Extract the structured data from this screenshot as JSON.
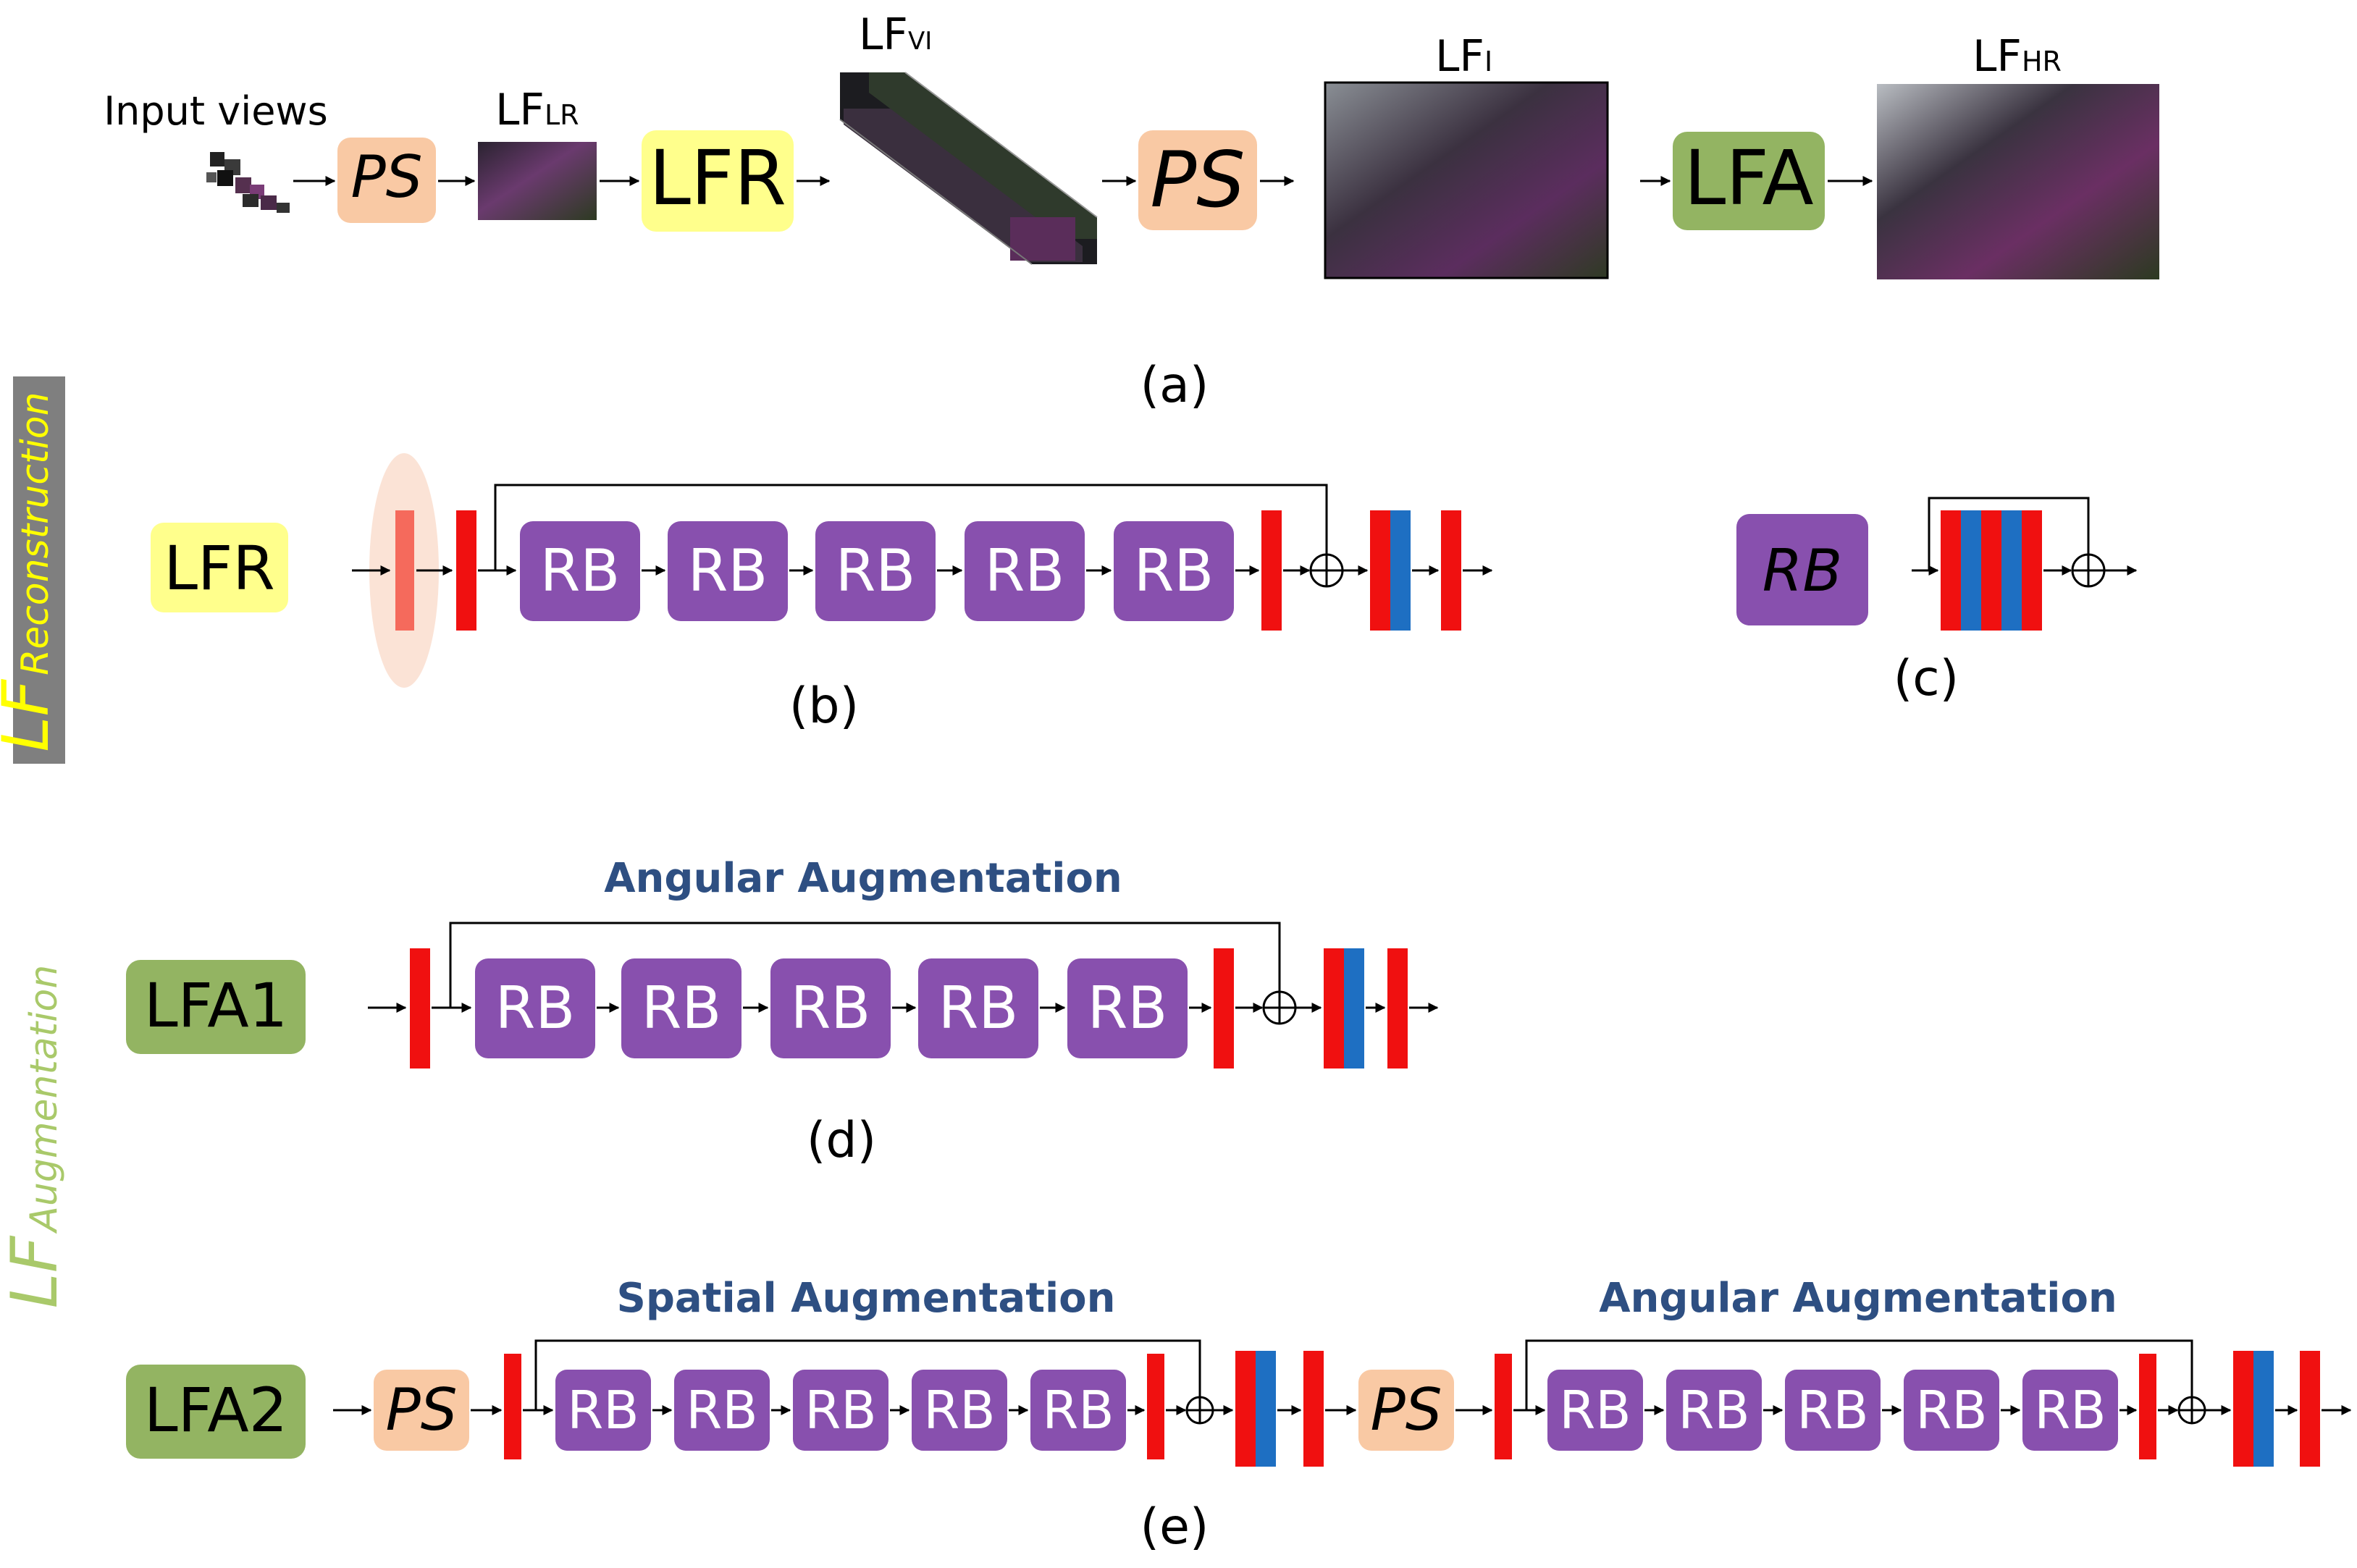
{
  "colors": {
    "ps_box": "#F9C9A4",
    "lfr_box": "#FFFF8C",
    "lfa_box": "#93B462",
    "rb_box": "#8850AE",
    "conv_red": "#F01010",
    "conv_blue": "#1E6FC2",
    "faded_red": "#F56A5C",
    "faded_ellipse": "#FBE3D6",
    "title_blue": "#2E4F82",
    "side_bar_gray": "#7F7F7F",
    "side_text_yellow": "#FFFF00",
    "side_text_green": "#A9C96A"
  },
  "pipeline": {
    "input_label": "Input views",
    "ps1": "PS",
    "lr_base": "LF",
    "lr_sub": "LR",
    "lfr": "LFR",
    "vi_base": "LF",
    "vi_sub": "VI",
    "ps2": "PS",
    "i_base": "LF",
    "i_sub": "I",
    "lfa": "LFA",
    "hr_base": "LF",
    "hr_sub": "HR",
    "caption": "(a)"
  },
  "side": {
    "recon_main": "LF",
    "recon_sub": "Reconstruction",
    "aug_main": "LF",
    "aug_sub": "Augmentation"
  },
  "panel_b": {
    "label": "LFR",
    "blocks": [
      "RB",
      "RB",
      "RB",
      "RB",
      "RB"
    ],
    "caption": "(b)"
  },
  "panel_c": {
    "label": "RB",
    "caption": "(c)"
  },
  "panel_d": {
    "title": "Angular Augmentation",
    "label": "LFA1",
    "blocks": [
      "RB",
      "RB",
      "RB",
      "RB",
      "RB"
    ],
    "caption": "(d)"
  },
  "panel_e": {
    "label": "LFA2",
    "ps1": "PS",
    "title1": "Spatial Augmentation",
    "blocks1": [
      "RB",
      "RB",
      "RB",
      "RB",
      "RB"
    ],
    "ps2": "PS",
    "title2": "Angular Augmentation",
    "blocks2": [
      "RB",
      "RB",
      "RB",
      "RB",
      "RB"
    ],
    "caption": "(e)"
  }
}
